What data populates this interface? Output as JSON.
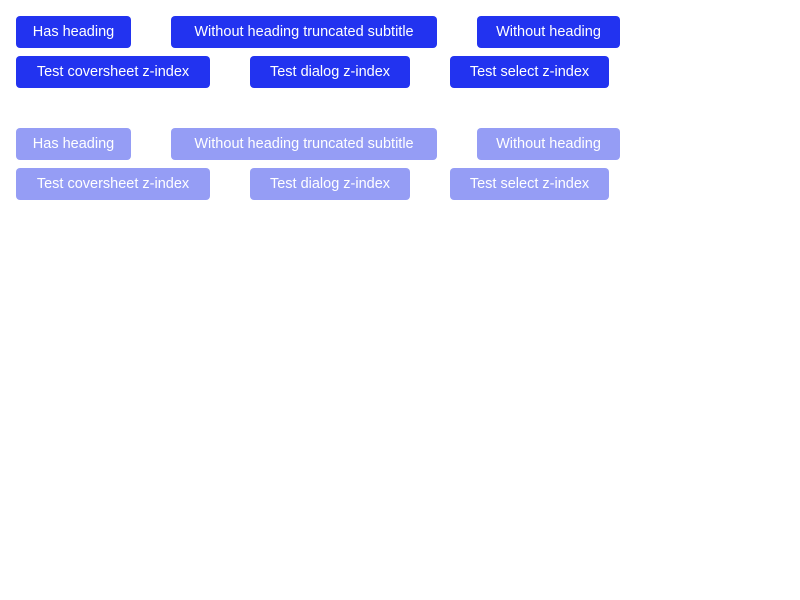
{
  "colors": {
    "primary_button": "#2233f0",
    "disabled_button": "#959df5",
    "button_text": "#ffffff",
    "background": "#ffffff"
  },
  "primary_group": {
    "row1": {
      "has_heading": "Has heading",
      "without_heading_truncated_subtitle": "Without heading truncated subtitle",
      "without_heading": "Without heading"
    },
    "row2": {
      "test_coversheet": "Test coversheet z-index",
      "test_dialog": "Test dialog z-index",
      "test_select": "Test select z-index"
    }
  },
  "disabled_group": {
    "row1": {
      "has_heading": "Has heading",
      "without_heading_truncated_subtitle": "Without heading truncated subtitle",
      "without_heading": "Without heading"
    },
    "row2": {
      "test_coversheet": "Test coversheet z-index",
      "test_dialog": "Test dialog z-index",
      "test_select": "Test select z-index"
    }
  }
}
